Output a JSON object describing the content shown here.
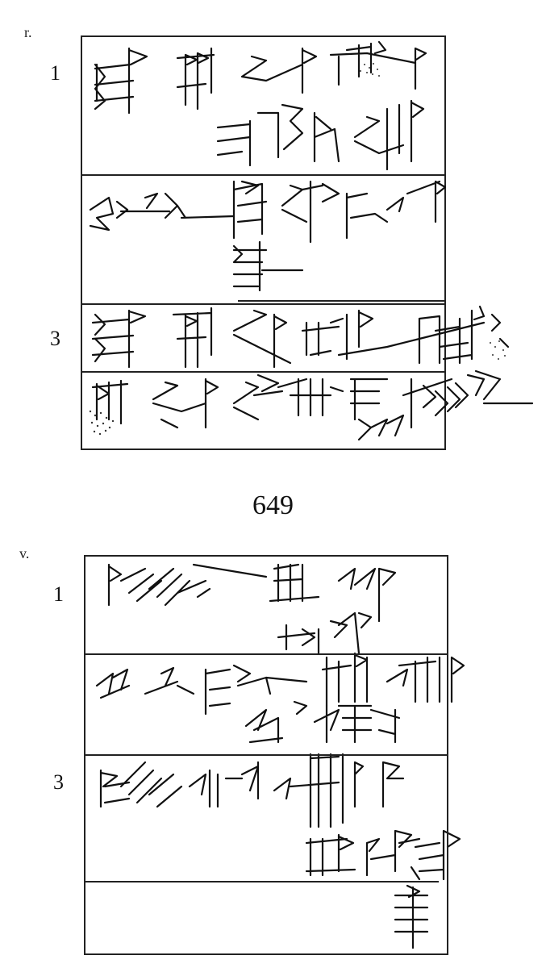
{
  "upper_copy": {
    "face_label": "r.",
    "line_numbers": [
      "1",
      "3"
    ]
  },
  "catalog_number": "649",
  "lower_copy": {
    "face_label": "v.",
    "line_numbers": [
      "1",
      "3"
    ]
  }
}
